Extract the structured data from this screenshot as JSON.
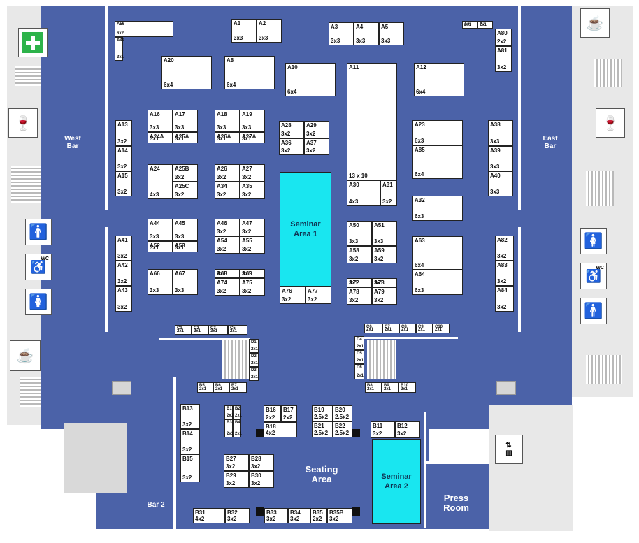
{
  "labels": {
    "west_bar": "West\nBar",
    "east_bar": "East\nBar",
    "bar2": "Bar 2",
    "seating": "Seating\nArea",
    "press": "Press\nRoom",
    "seminar1": "Seminar\nArea 1",
    "seminar2": "Seminar\nArea 2"
  },
  "icons": [
    "first-aid-icon",
    "wine-glasses-icon",
    "coffee-cup-icon",
    "male-toilet-icon",
    "accessible-wc-icon",
    "female-toilet-icon",
    "elevator-icon"
  ],
  "wc": "WC",
  "colors": {
    "floor": "#4b62a8",
    "booth": "#ffffff",
    "seminar": "#19e6f0",
    "first_aid": "#2db34a"
  },
  "booths": [
    {
      "id": "A56",
      "size": "6x2"
    },
    {
      "id": "A49",
      "size": "3x1"
    },
    {
      "id": "A1",
      "size": "3x3"
    },
    {
      "id": "A2",
      "size": "3x3"
    },
    {
      "id": "A3",
      "size": "3x3"
    },
    {
      "id": "A4",
      "size": "3x3"
    },
    {
      "id": "A5",
      "size": "3x3"
    },
    {
      "id": "A6",
      "size": "2x1"
    },
    {
      "id": "A7",
      "size": "2x1"
    },
    {
      "id": "A80",
      "size": "2x2"
    },
    {
      "id": "A81",
      "size": "3x2"
    },
    {
      "id": "A20",
      "size": "6x4"
    },
    {
      "id": "A8",
      "size": "6x4"
    },
    {
      "id": "A10",
      "size": "6x4"
    },
    {
      "id": "A11",
      "size": "13 x 10"
    },
    {
      "id": "A12",
      "size": "6x4"
    },
    {
      "id": "A16",
      "size": "3x3"
    },
    {
      "id": "A17",
      "size": "3x3"
    },
    {
      "id": "A24A",
      "size": "3x1"
    },
    {
      "id": "A25A",
      "size": "3x1"
    },
    {
      "id": "A18",
      "size": "3x3"
    },
    {
      "id": "A19",
      "size": "3x3"
    },
    {
      "id": "A26A",
      "size": "3x1"
    },
    {
      "id": "A27A",
      "size": "3x1"
    },
    {
      "id": "A28",
      "size": "3x2"
    },
    {
      "id": "A29",
      "size": "3x2"
    },
    {
      "id": "A36",
      "size": "3x2"
    },
    {
      "id": "A37",
      "size": "3x2"
    },
    {
      "id": "A13",
      "size": "3x2"
    },
    {
      "id": "A14",
      "size": "3x2"
    },
    {
      "id": "A15",
      "size": "3x2"
    },
    {
      "id": "A23",
      "size": "6x3"
    },
    {
      "id": "A85",
      "size": "6x4"
    },
    {
      "id": "A38",
      "size": "3x3"
    },
    {
      "id": "A39",
      "size": "3x3"
    },
    {
      "id": "A40",
      "size": "3x3"
    },
    {
      "id": "A24",
      "size": "4x3"
    },
    {
      "id": "A25B",
      "size": "3x2"
    },
    {
      "id": "A25C",
      "size": "3x2"
    },
    {
      "id": "A26",
      "size": "3x2"
    },
    {
      "id": "A27",
      "size": "3x2"
    },
    {
      "id": "A34",
      "size": "3x2"
    },
    {
      "id": "A35",
      "size": "3x2"
    },
    {
      "id": "A30",
      "size": "4x3"
    },
    {
      "id": "A31",
      "size": "3x2"
    },
    {
      "id": "A32",
      "size": "6x3"
    },
    {
      "id": "A44",
      "size": "3x3"
    },
    {
      "id": "A45",
      "size": "3x3"
    },
    {
      "id": "A52",
      "size": "3x1"
    },
    {
      "id": "A53",
      "size": "3x1"
    },
    {
      "id": "A46",
      "size": "3x2"
    },
    {
      "id": "A47",
      "size": "3x2"
    },
    {
      "id": "A54",
      "size": "3x2"
    },
    {
      "id": "A55",
      "size": "3x2"
    },
    {
      "id": "A50",
      "size": "3x3"
    },
    {
      "id": "A51",
      "size": "3x3"
    },
    {
      "id": "A58",
      "size": "3x2"
    },
    {
      "id": "A59",
      "size": "3x2"
    },
    {
      "id": "A63",
      "size": "6x4"
    },
    {
      "id": "A64",
      "size": "6x3"
    },
    {
      "id": "A41",
      "size": "3x2"
    },
    {
      "id": "A42",
      "size": "3x2"
    },
    {
      "id": "A43",
      "size": "3x2"
    },
    {
      "id": "A82",
      "size": "3x2"
    },
    {
      "id": "A83",
      "size": "3x2"
    },
    {
      "id": "A84",
      "size": "3x2"
    },
    {
      "id": "A66",
      "size": "3x3"
    },
    {
      "id": "A67",
      "size": "3x3"
    },
    {
      "id": "A68",
      "size": "3x1"
    },
    {
      "id": "A69",
      "size": "3x1"
    },
    {
      "id": "A74",
      "size": "3x2"
    },
    {
      "id": "A75",
      "size": "3x2"
    },
    {
      "id": "A76",
      "size": "3x2"
    },
    {
      "id": "A77",
      "size": "3x2"
    },
    {
      "id": "A72",
      "size": "3x1"
    },
    {
      "id": "A73",
      "size": "3x1"
    },
    {
      "id": "A78",
      "size": "3x2"
    },
    {
      "id": "A79",
      "size": "3x2"
    },
    {
      "id": "C1",
      "size": "2x1"
    },
    {
      "id": "C2",
      "size": "2x1"
    },
    {
      "id": "C3",
      "size": "3x1"
    },
    {
      "id": "C5",
      "size": "2x1"
    },
    {
      "id": "C6",
      "size": "2x1"
    },
    {
      "id": "C7",
      "size": "2x1"
    },
    {
      "id": "C8",
      "size": "2x1"
    },
    {
      "id": "C9",
      "size": "2x1"
    },
    {
      "id": "C10",
      "size": "2x1"
    },
    {
      "id": "D1",
      "size": "2x1"
    },
    {
      "id": "D2",
      "size": "2x1"
    },
    {
      "id": "D3",
      "size": "2x1"
    },
    {
      "id": "D4",
      "size": "2x1"
    },
    {
      "id": "D5",
      "size": "2x1"
    },
    {
      "id": "D6",
      "size": "2x1"
    },
    {
      "id": "B5",
      "size": "2x1"
    },
    {
      "id": "B6",
      "size": "2x1"
    },
    {
      "id": "B7",
      "size": "2x1"
    },
    {
      "id": "B8",
      "size": "2x1"
    },
    {
      "id": "B9",
      "size": "2x1"
    },
    {
      "id": "B10",
      "size": "2x1"
    },
    {
      "id": "B13",
      "size": "3x2"
    },
    {
      "id": "B14",
      "size": "3x2"
    },
    {
      "id": "B15",
      "size": "3x2"
    },
    {
      "id": "B1",
      "size": "2x1"
    },
    {
      "id": "B2",
      "size": "2x1"
    },
    {
      "id": "B3",
      "size": "2x1"
    },
    {
      "id": "B4",
      "size": "2x1"
    },
    {
      "id": "B16",
      "size": "2x2"
    },
    {
      "id": "B17",
      "size": "2x2"
    },
    {
      "id": "B18",
      "size": "4x2"
    },
    {
      "id": "B19",
      "size": "2.5x2"
    },
    {
      "id": "B20",
      "size": "2.5x2"
    },
    {
      "id": "B21",
      "size": "2.5x2"
    },
    {
      "id": "B22",
      "size": "2.5x2"
    },
    {
      "id": "B11",
      "size": "3x2"
    },
    {
      "id": "B12",
      "size": "3x2"
    },
    {
      "id": "B27",
      "size": "3x2"
    },
    {
      "id": "B28",
      "size": "3x2"
    },
    {
      "id": "B29",
      "size": "3x2"
    },
    {
      "id": "B30",
      "size": "3x2"
    },
    {
      "id": "B31",
      "size": "4x2"
    },
    {
      "id": "B32",
      "size": "3x2"
    },
    {
      "id": "B33",
      "size": "3x2"
    },
    {
      "id": "B34",
      "size": "3x2"
    },
    {
      "id": "B35",
      "size": "2x2"
    },
    {
      "id": "B35B",
      "size": "3x2"
    }
  ]
}
